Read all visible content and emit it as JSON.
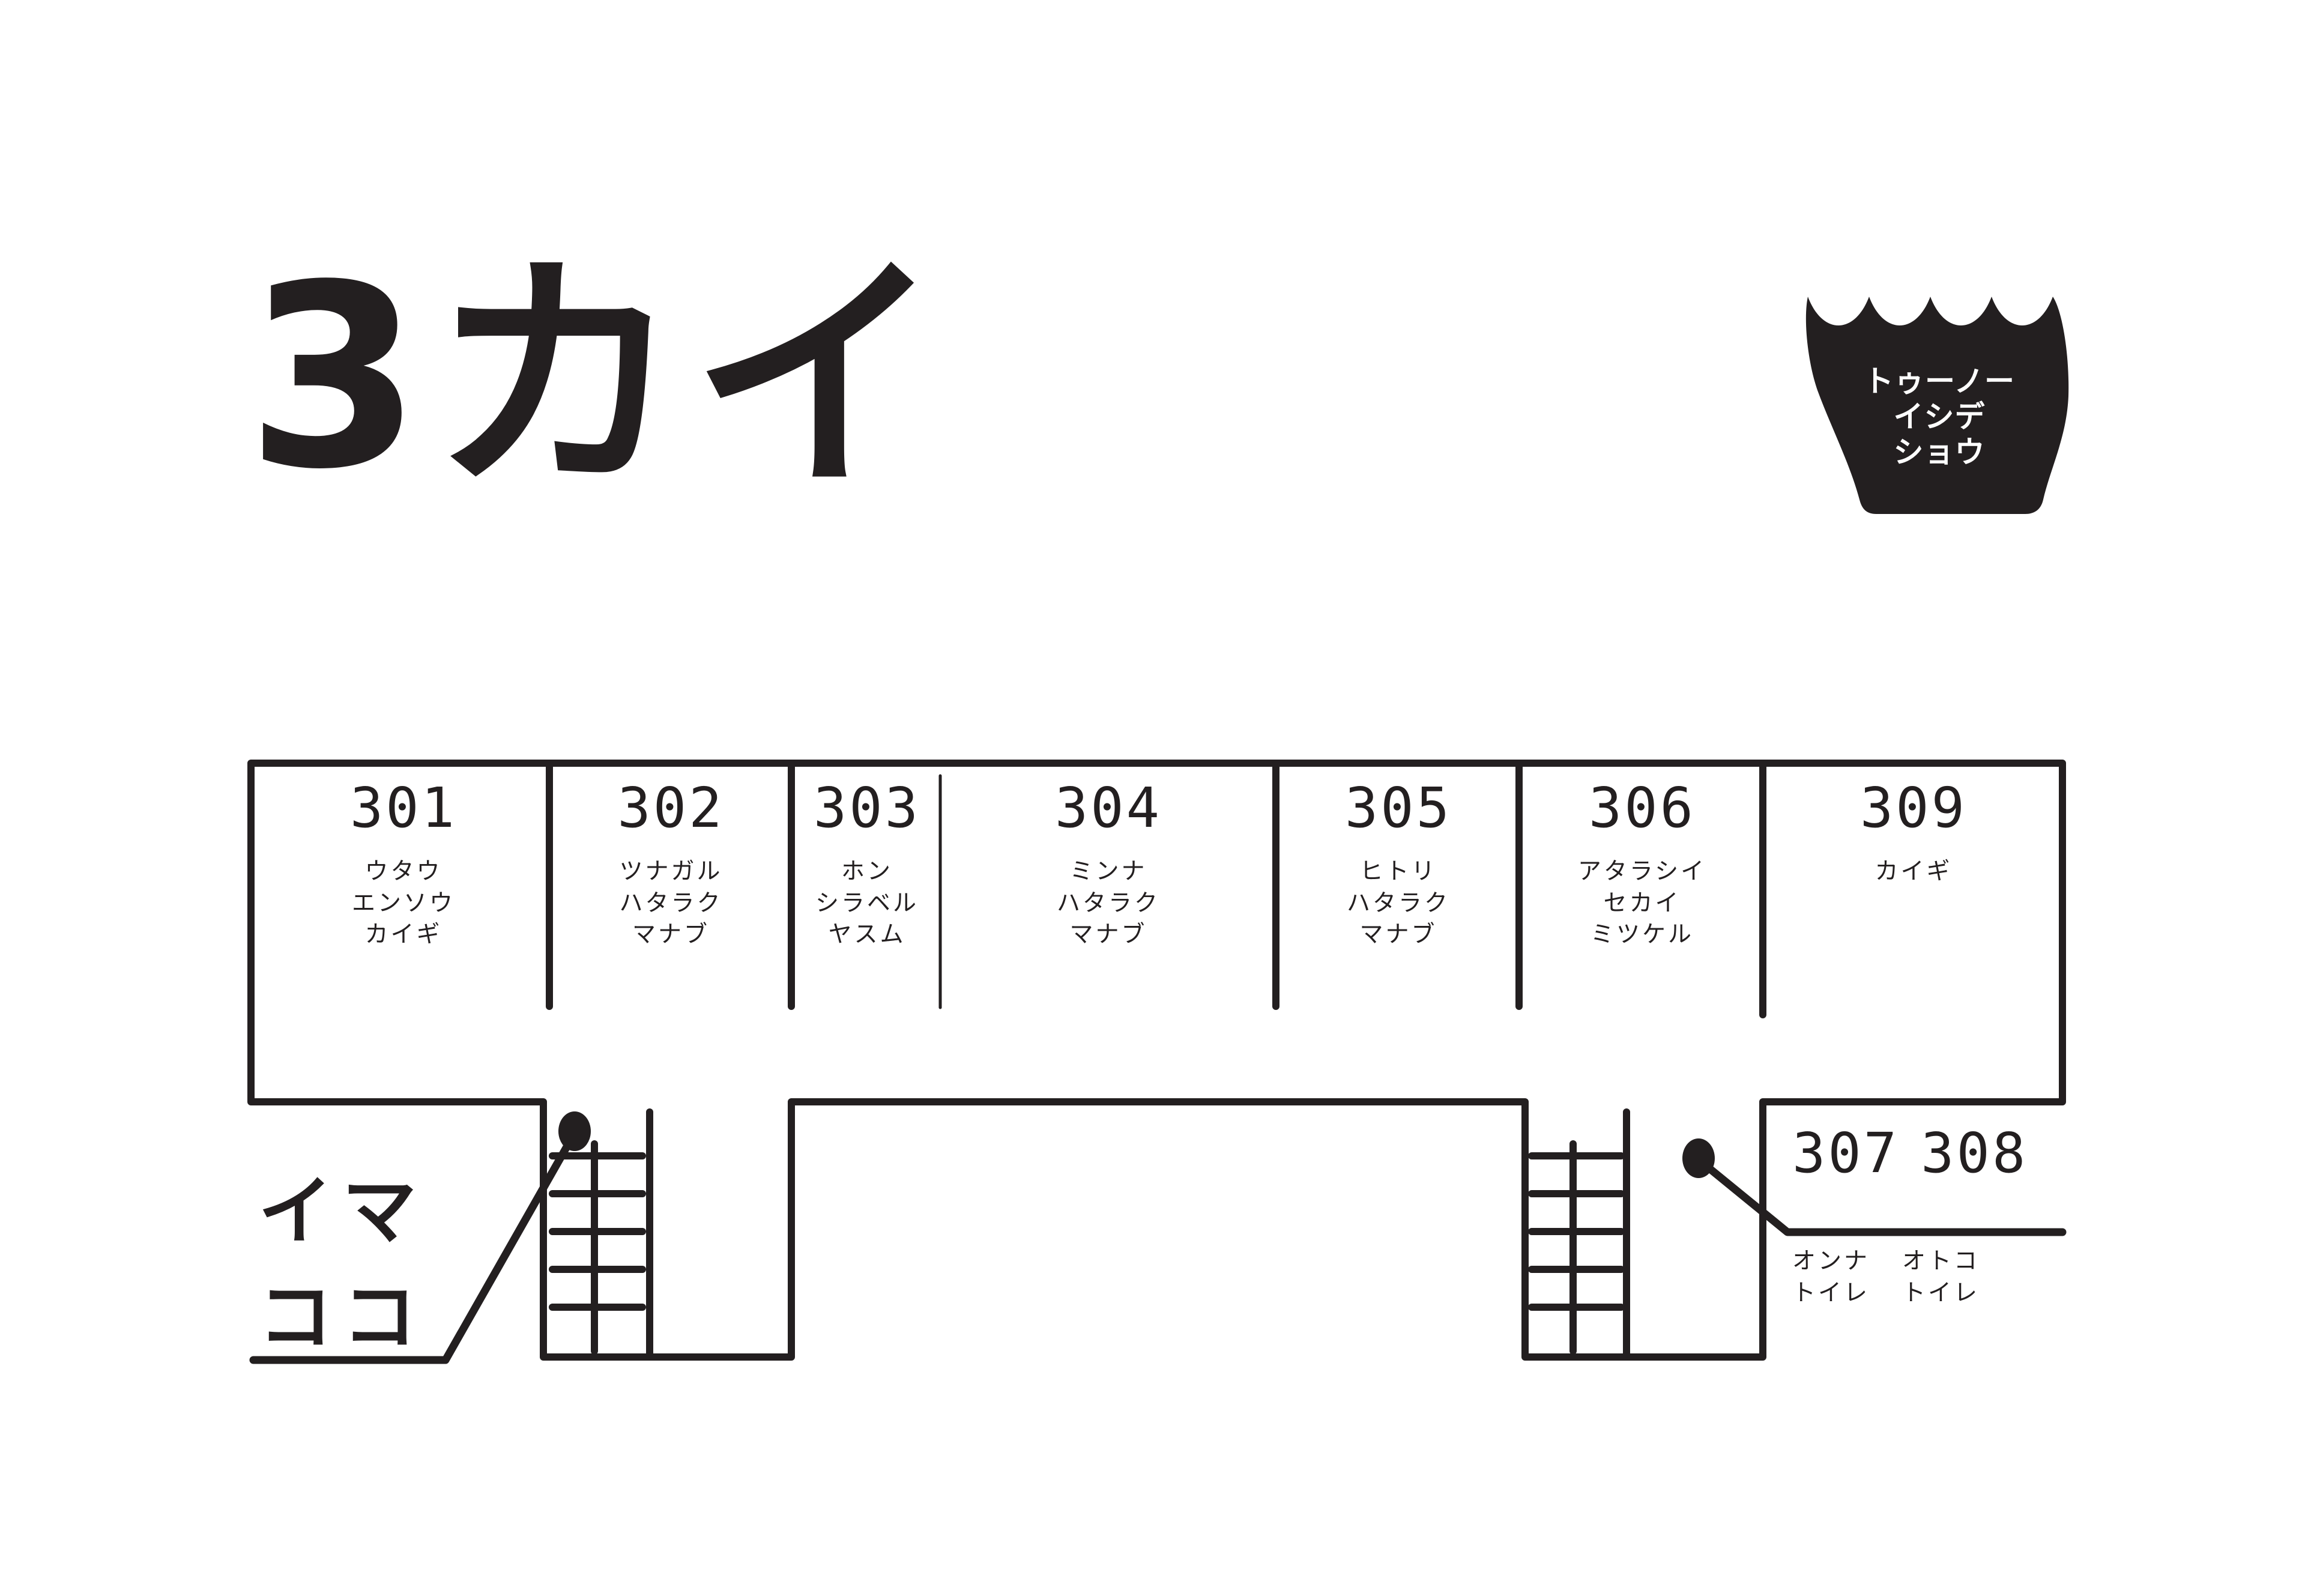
{
  "header": {
    "floor_title": "3カイ",
    "logo": {
      "name": "toono-ishide-shou-logo",
      "lines": [
        "トゥーノー",
        "イシデ",
        "ショウ"
      ],
      "shape": "scalloped-trapezoid",
      "fill_color": "#231f20",
      "text_color": "#ffffff"
    }
  },
  "map": {
    "ink_color": "#231f20",
    "background_color": "#ffffff",
    "you_are_here": {
      "label_lines": [
        "イマ",
        "ココ"
      ],
      "marker": "dot-with-leader-line"
    },
    "rooms": [
      {
        "number": "301",
        "desc": [
          "ウタウ",
          "エンソウ",
          "カイギ"
        ]
      },
      {
        "number": "302",
        "desc": [
          "ツナガル",
          "ハタラク",
          "マナブ"
        ]
      },
      {
        "number": "303",
        "desc": [
          "ホン",
          "シラベル",
          "ヤスム"
        ]
      },
      {
        "number": "304",
        "desc": [
          "ミンナ",
          "ハタラク",
          "マナブ"
        ]
      },
      {
        "number": "305",
        "desc": [
          "ヒトリ",
          "ハタラク",
          "マナブ"
        ]
      },
      {
        "number": "306",
        "desc": [
          "アタラシイ",
          "セカイ",
          "ミツケル"
        ]
      },
      {
        "number": "309",
        "desc": [
          "カイギ"
        ]
      }
    ],
    "toilets": [
      {
        "number": "307",
        "desc": [
          "オンナ",
          "トイレ"
        ]
      },
      {
        "number": "308",
        "desc": [
          "オトコ",
          "トイレ"
        ]
      }
    ],
    "stairs": [
      {
        "name": "stairs-west",
        "rungs": 5
      },
      {
        "name": "stairs-east",
        "rungs": 5
      }
    ]
  }
}
